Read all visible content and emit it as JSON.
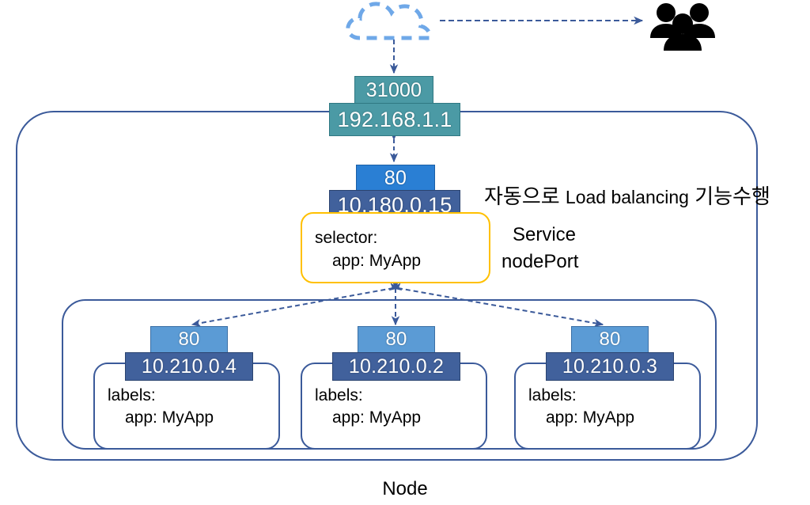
{
  "diagram": {
    "title_bottom": "Node",
    "colors": {
      "node_border": "#3b5a9a",
      "selector_border": "#ffc000",
      "teal_chip": "#4b9aa5",
      "service_port_chip": "#2a7fd4",
      "ip_chip": "#41619c",
      "pod_port_chip": "#5b9bd5",
      "cloud": "#6fa8e8",
      "arrow": "#3b5a9a"
    },
    "cloud": {
      "icon": "cloud-icon"
    },
    "users": {
      "icon": "users-group-icon"
    },
    "nodeport": {
      "port": "31000",
      "ip": "192.168.1.1"
    },
    "service": {
      "port": "80",
      "ip": "10.180.0.15",
      "spec_key": "selector:",
      "spec_value": "app: MyApp",
      "caption_line1": "Service",
      "caption_line2": "nodePort"
    },
    "annotation": {
      "korean_prefix": "자동으로",
      "english": "Load balancing",
      "korean_suffix": "기능수행"
    },
    "pods": [
      {
        "port": "80",
        "ip": "10.210.0.4",
        "spec_key": "labels:",
        "spec_value": "app: MyApp"
      },
      {
        "port": "80",
        "ip": "10.210.0.2",
        "spec_key": "labels:",
        "spec_value": "app: MyApp"
      },
      {
        "port": "80",
        "ip": "10.210.0.3",
        "spec_key": "labels:",
        "spec_value": "app: MyApp"
      }
    ]
  }
}
